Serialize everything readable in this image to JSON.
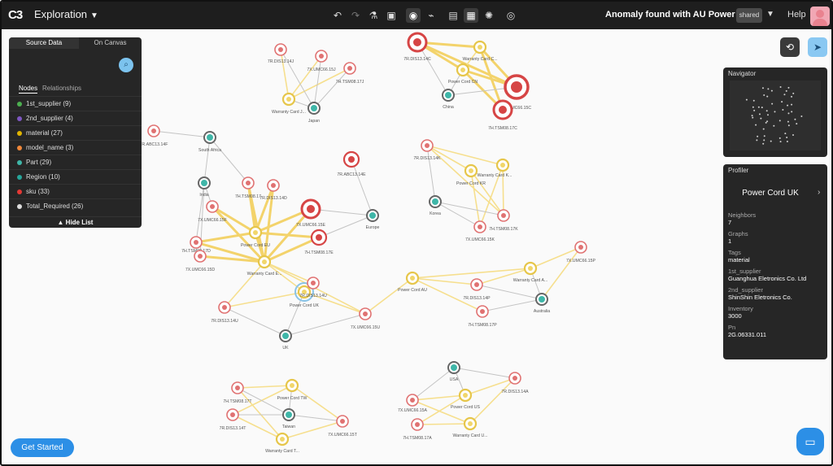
{
  "app": {
    "logo": "C3",
    "title": "Exploration",
    "anomaly_title": "Anomaly found with AU Power Cord",
    "shared_label": "shared",
    "help_label": "Help"
  },
  "toolbar": {
    "icons": [
      "undo-icon",
      "redo-icon",
      "flask-icon",
      "layout-icon",
      "group-icon",
      "filter-icon",
      "image-icon",
      "document-icon",
      "sun-icon",
      "camera-icon"
    ]
  },
  "source_panel": {
    "tabs": [
      "Source Data",
      "On Canvas"
    ],
    "subtabs": [
      "Nodes",
      "Relationships"
    ],
    "items": [
      {
        "label": "1st_supplier (9)",
        "color": "#4caf50"
      },
      {
        "label": "2nd_supplier (4)",
        "color": "#7e57c2"
      },
      {
        "label": "material (27)",
        "color": "#e0b400"
      },
      {
        "label": "model_name (3)",
        "color": "#f0883a"
      },
      {
        "label": "Part (29)",
        "color": "#3fb6a8"
      },
      {
        "label": "Region (10)",
        "color": "#26a69a"
      },
      {
        "label": "sku (33)",
        "color": "#e53935"
      },
      {
        "label": "Total_Required (26)",
        "color": "#dddddd"
      }
    ],
    "hide_list": "▲ Hide List"
  },
  "navigator": {
    "title": "Navigator"
  },
  "profiler": {
    "title": "Profiler",
    "name": "Power Cord UK",
    "fields": [
      {
        "key": "Neighbors",
        "value": "7"
      },
      {
        "key": "Graphs",
        "value": "1"
      },
      {
        "key": "Tags",
        "value": "material"
      },
      {
        "key": "1st_supplier",
        "value": "Guanghua Eletronics Co. Ltd"
      },
      {
        "key": "2nd_supplier",
        "value": "ShinShin Eletronics Co."
      },
      {
        "key": "Inventory",
        "value": "3000"
      },
      {
        "key": "Pn",
        "value": "2G.06331.011"
      }
    ]
  },
  "buttons": {
    "get_started": "Get Started"
  },
  "graph": {
    "nodes": {
      "japan": {
        "label": "Japan"
      },
      "china": {
        "label": "China"
      },
      "sa": {
        "label": "South Africa"
      },
      "india": {
        "label": "India"
      },
      "europe": {
        "label": "Europe"
      },
      "korea": {
        "label": "Korea"
      },
      "uk": {
        "label": "UK"
      },
      "aus": {
        "label": "Australia"
      },
      "usa": {
        "label": "USA"
      },
      "taiwan": {
        "label": "Taiwan"
      },
      "wcj": {
        "label": "Warranty Card J..."
      },
      "wcc": {
        "label": "Warranty Card C..."
      },
      "pccn": {
        "label": "Power Cord CN"
      },
      "wck": {
        "label": "Warranty Card K..."
      },
      "pckr": {
        "label": "Power Cord KR"
      },
      "pceu": {
        "label": "Power Cord EU"
      },
      "wce": {
        "label": "Warranty Card E..."
      },
      "pcuk": {
        "label": "Power Cord UK"
      },
      "pcau": {
        "label": "Power Cord AU"
      },
      "wca": {
        "label": "Warranty Card A..."
      },
      "pctw": {
        "label": "Power Cord TW"
      },
      "wct": {
        "label": "Warranty Card T..."
      },
      "pcus": {
        "label": "Power Cord US"
      },
      "wcu": {
        "label": "Warranty Card U..."
      },
      "s14j": {
        "label": "7R.DIS13.14J"
      },
      "s15j": {
        "label": "7X.UMC66.15J"
      },
      "s17j": {
        "label": "7H.TSM08.17J"
      },
      "s14c": {
        "label": "7R.DIS13.14C"
      },
      "s15c": {
        "label": "7X.UMC66.15C"
      },
      "s17c": {
        "label": "7H.TSM08.17C"
      },
      "s14f": {
        "label": "7R.ABC13.14F"
      },
      "s14e": {
        "label": "7R.ABC13.14E"
      },
      "s14k": {
        "label": "7R.DIS13.14K"
      },
      "s17k": {
        "label": "7H.TSM08.17K"
      },
      "s15k": {
        "label": "7X.UMC66.15K"
      },
      "s17_1": {
        "label": "7H.TSM08.17"
      },
      "s14d": {
        "label": "7R.DIS13.14D"
      },
      "s15f": {
        "label": "7X.UMC66.15F"
      },
      "s15e": {
        "label": "7X.UMC66.15E"
      },
      "s17d": {
        "label": "7H.TSM08.17D"
      },
      "s15d": {
        "label": "7X.UMC66.15D"
      },
      "s17e": {
        "label": "7H.TSM08.17E"
      },
      "s14u": {
        "label": "7R.DIS13.14U"
      },
      "s15u": {
        "label": "7X.UMC66.15U"
      },
      "s14u2": {
        "label": "7R.DIS13.14U"
      },
      "s14p": {
        "label": "7R.DIS13.14P"
      },
      "s17p": {
        "label": "7H.TSM08.17P"
      },
      "s15p": {
        "label": "7X.UMC66.15P"
      },
      "s17t": {
        "label": "7H.TSM08.17T"
      },
      "s14t": {
        "label": "7R.DIS13.14T"
      },
      "s15t": {
        "label": "7X.UMC66.15T"
      },
      "s15a": {
        "label": "7X.UMC66.15A"
      },
      "s14a": {
        "label": "7R.DIS13.14A"
      },
      "s17a": {
        "label": "7H.TSM08.17A"
      }
    }
  }
}
